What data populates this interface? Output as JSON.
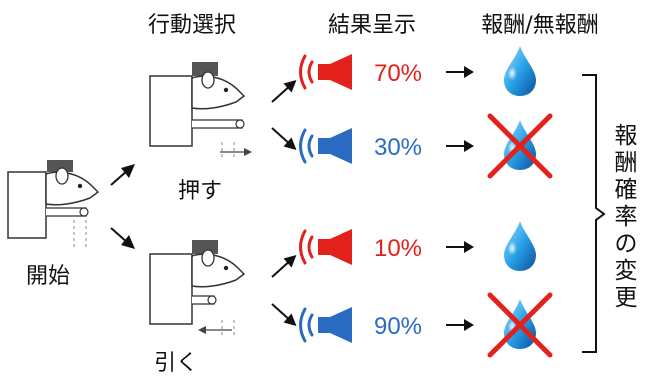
{
  "headers": {
    "action": "行動選択",
    "result": "結果呈示",
    "reward": "報酬/無報酬"
  },
  "labels": {
    "start": "開始",
    "push": "押す",
    "pull": "引く"
  },
  "side_label": [
    "報",
    "酬",
    "確",
    "率",
    "の",
    "変",
    "更"
  ],
  "outcomes": [
    {
      "percent": "70%",
      "color": "#e3211c",
      "reward": true
    },
    {
      "percent": "30%",
      "color": "#2a6bc4",
      "reward": false
    },
    {
      "percent": "10%",
      "color": "#e3211c",
      "reward": true
    },
    {
      "percent": "90%",
      "color": "#2a6bc4",
      "reward": false
    }
  ]
}
